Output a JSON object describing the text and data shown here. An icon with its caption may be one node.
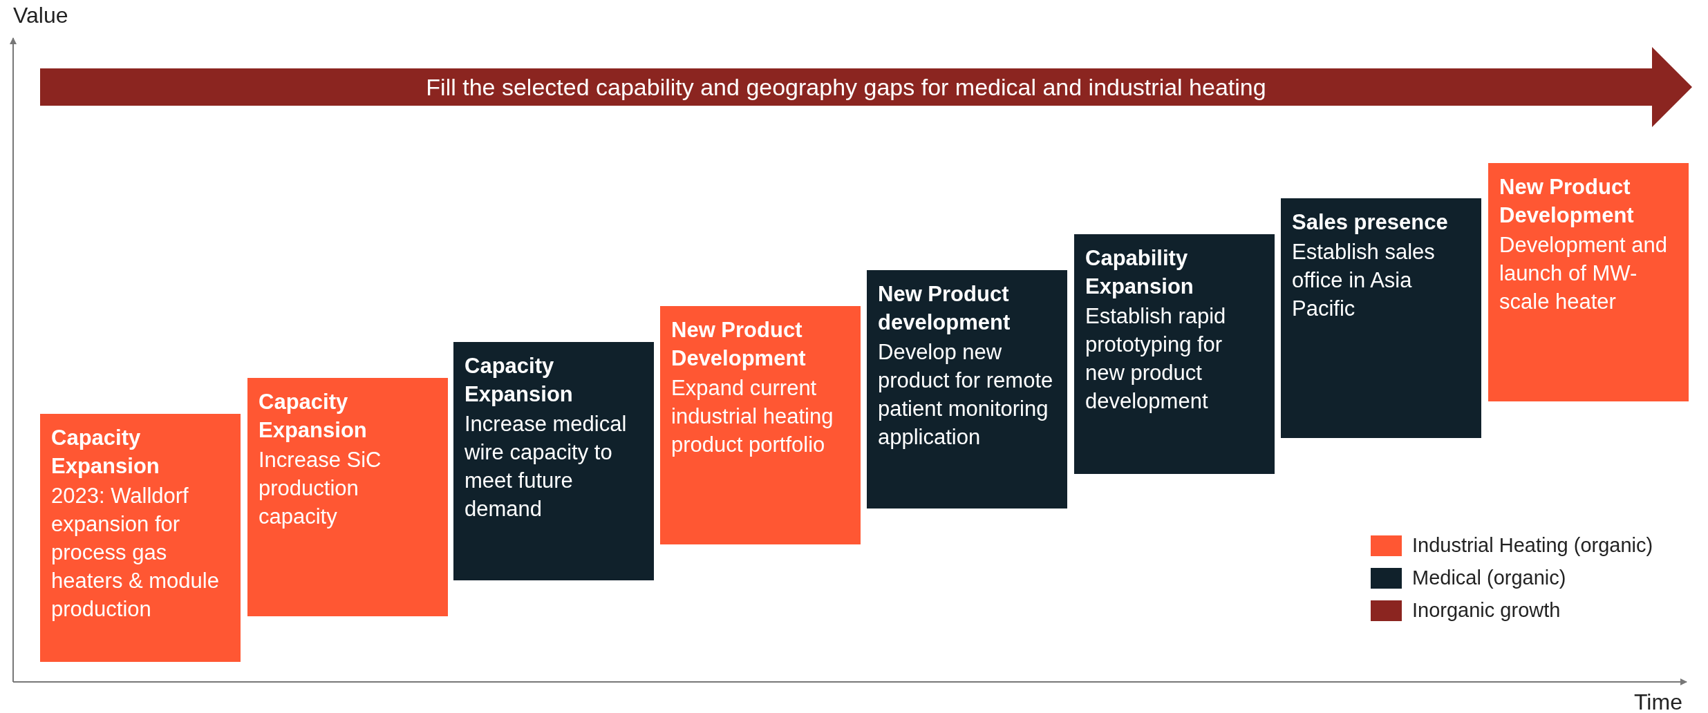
{
  "diagram": {
    "nodes": [
      {
        "text": [
          "Fill the selected capability and geography gaps for medical and industrial heating"
        ]
      },
      {
        "text": [
          "Capacity Expansion",
          "2023: Walldorf expansion for process gas heaters & module production"
        ]
      },
      {
        "text": [
          "Capacity Expansion",
          "Increase SiC production capacity"
        ]
      },
      {
        "text": [
          "Capacity Expansion",
          "Increase medical wire capacity to meet future demand"
        ]
      },
      {
        "text": [
          "New Product Development",
          "Expand current industrial heating product portfolio"
        ]
      },
      {
        "text": [
          "New Product development",
          "Develop new product for remote patient monitoring application"
        ]
      },
      {
        "text": [
          "Capability Expansion",
          "Establish rapid prototyping for new product development"
        ]
      },
      {
        "text": [
          "Sales presence",
          "Establish sales office in Asia Pacific"
        ]
      },
      {
        "text": [
          "New Product Development",
          "Development and launch of MW-scale heater"
        ]
      }
    ],
    "edges": [],
    "labels": [
      "Value",
      "Time"
    ],
    "legend": [
      {
        "text": "Industrial Heating (organic)",
        "color": "#ff5733"
      },
      {
        "text": "Medical (organic)",
        "color": "#10212b"
      },
      {
        "text": "Inorganic growth",
        "color": "#8b2520"
      }
    ]
  }
}
